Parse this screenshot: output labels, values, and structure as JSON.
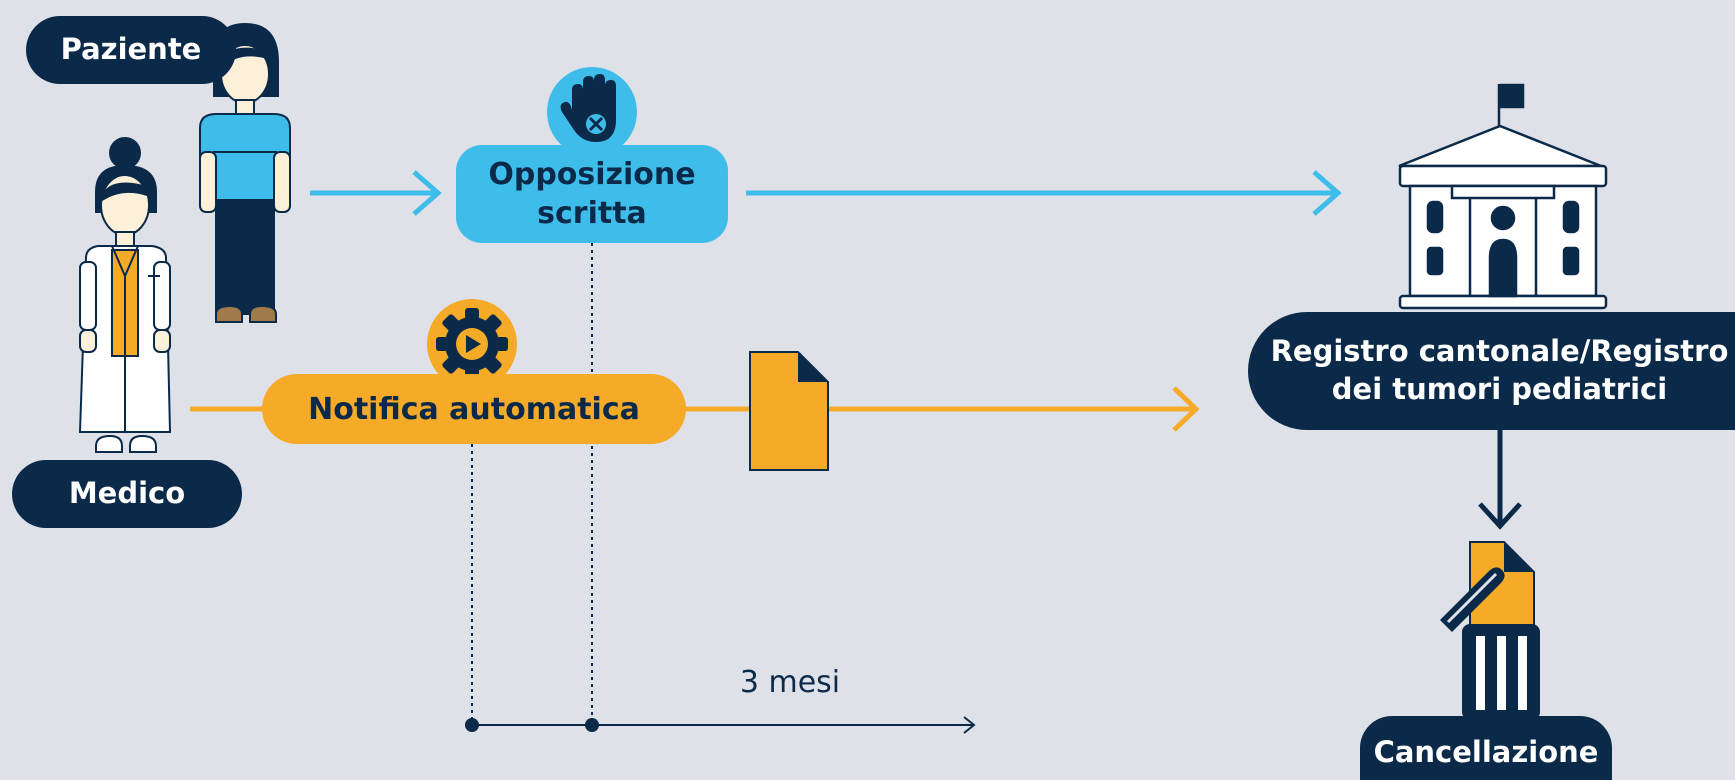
{
  "actors": {
    "patient": "Paziente",
    "doctor": "Medico"
  },
  "flows": {
    "opposition": "Opposizione\nscritta",
    "notification": "Notifica automatica"
  },
  "registry": "Registro cantonale/Registro\ndei tumori pediatrici",
  "deletion": "Cancellazione",
  "timeline": {
    "duration": "3 mesi"
  },
  "icons": {
    "opposition": "hand-stop-icon",
    "notification": "gear-play-icon",
    "document": "document-icon",
    "registry": "government-building-icon",
    "deletion": "trash-document-icon"
  },
  "colors": {
    "background": "#dfe1e8",
    "navy": "#0b2a49",
    "blue": "#3fbdea",
    "orange": "#f5aa28"
  }
}
